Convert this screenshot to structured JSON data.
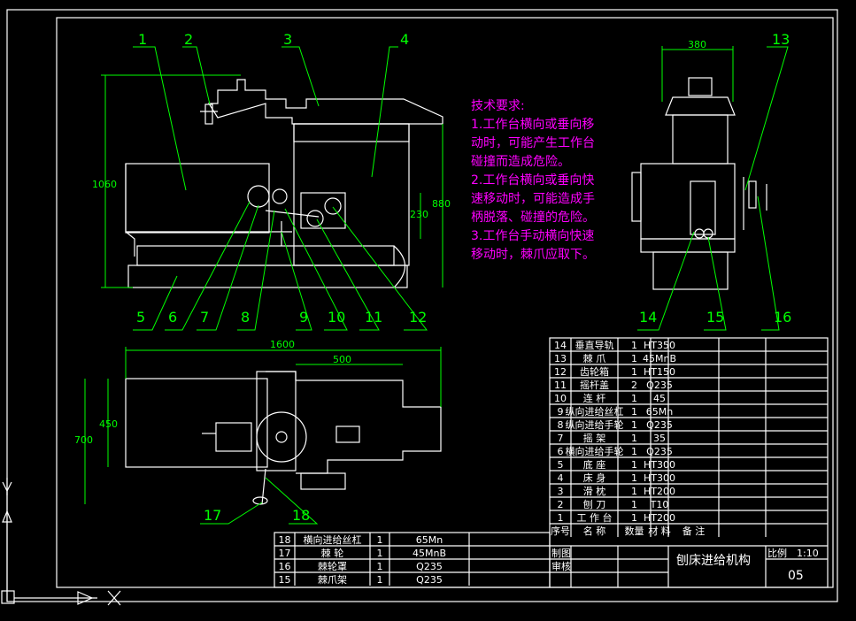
{
  "tech": {
    "title": "技术要求:",
    "lines": [
      "1.工作台横向或垂向移",
      "动时，可能产生工作台",
      "碰撞而造成危险。",
      "2.工作台横向或垂向快",
      "速移动时，可能造成手",
      "柄脱落、碰撞的危险。",
      "3.工作台手动横向快速",
      "移动时，棘爪应取下。"
    ]
  },
  "dims": {
    "front_height": "1060",
    "front_inner": "880",
    "front_small": "230",
    "side_width": "380",
    "top_length": "1600",
    "top_part": "500",
    "top_height": "700",
    "top_inner": "450"
  },
  "callouts": [
    "1",
    "2",
    "3",
    "4",
    "5",
    "6",
    "7",
    "8",
    "9",
    "10",
    "11",
    "12",
    "13",
    "14",
    "15",
    "16",
    "17",
    "18"
  ],
  "parts_main": [
    {
      "no": "14",
      "name": "垂直导轨",
      "qty": "1",
      "mat": "HT350"
    },
    {
      "no": "13",
      "name": "棘  爪",
      "qty": "1",
      "mat": "45MnB"
    },
    {
      "no": "12",
      "name": "齿轮箱",
      "qty": "1",
      "mat": "HT150"
    },
    {
      "no": "11",
      "name": "摇杆盖",
      "qty": "2",
      "mat": "Q235"
    },
    {
      "no": "10",
      "name": "连  杆",
      "qty": "1",
      "mat": "45"
    },
    {
      "no": "9",
      "name": "纵向进给丝杠",
      "qty": "1",
      "mat": "65Mn"
    },
    {
      "no": "8",
      "name": "纵向进给手轮",
      "qty": "1",
      "mat": "Q235"
    },
    {
      "no": "7",
      "name": "摇  架",
      "qty": "1",
      "mat": "35"
    },
    {
      "no": "6",
      "name": "横向进给手轮",
      "qty": "1",
      "mat": "Q235"
    },
    {
      "no": "5",
      "name": "底  座",
      "qty": "1",
      "mat": "HT300"
    },
    {
      "no": "4",
      "name": "床  身",
      "qty": "1",
      "mat": "HT300"
    },
    {
      "no": "3",
      "name": "滑  枕",
      "qty": "1",
      "mat": "HT200"
    },
    {
      "no": "2",
      "name": "刨  刀",
      "qty": "1",
      "mat": "T10"
    },
    {
      "no": "1",
      "name": "工 作 台",
      "qty": "1",
      "mat": "HT200"
    }
  ],
  "parts_extra": [
    {
      "no": "18",
      "name": "横向进给丝杠",
      "qty": "1",
      "mat": "65Mn"
    },
    {
      "no": "17",
      "name": "棘  轮",
      "qty": "1",
      "mat": "45MnB"
    },
    {
      "no": "16",
      "name": "棘轮罩",
      "qty": "1",
      "mat": "Q235"
    },
    {
      "no": "15",
      "name": "棘爪架",
      "qty": "1",
      "mat": "Q235"
    }
  ],
  "header": {
    "no": "序号",
    "name": "名  称",
    "qty": "数量",
    "mat": "材  料",
    "note": "备  注"
  },
  "title_block": {
    "drawn": "制图",
    "checked": "审核",
    "title": "刨床进给机构",
    "scale_label": "比例",
    "scale": "1:10",
    "sheet": "05"
  },
  "colors": {
    "line": "#ffffff",
    "green": "#00ff00",
    "magenta": "#ff00ff",
    "bg": "#000000"
  }
}
